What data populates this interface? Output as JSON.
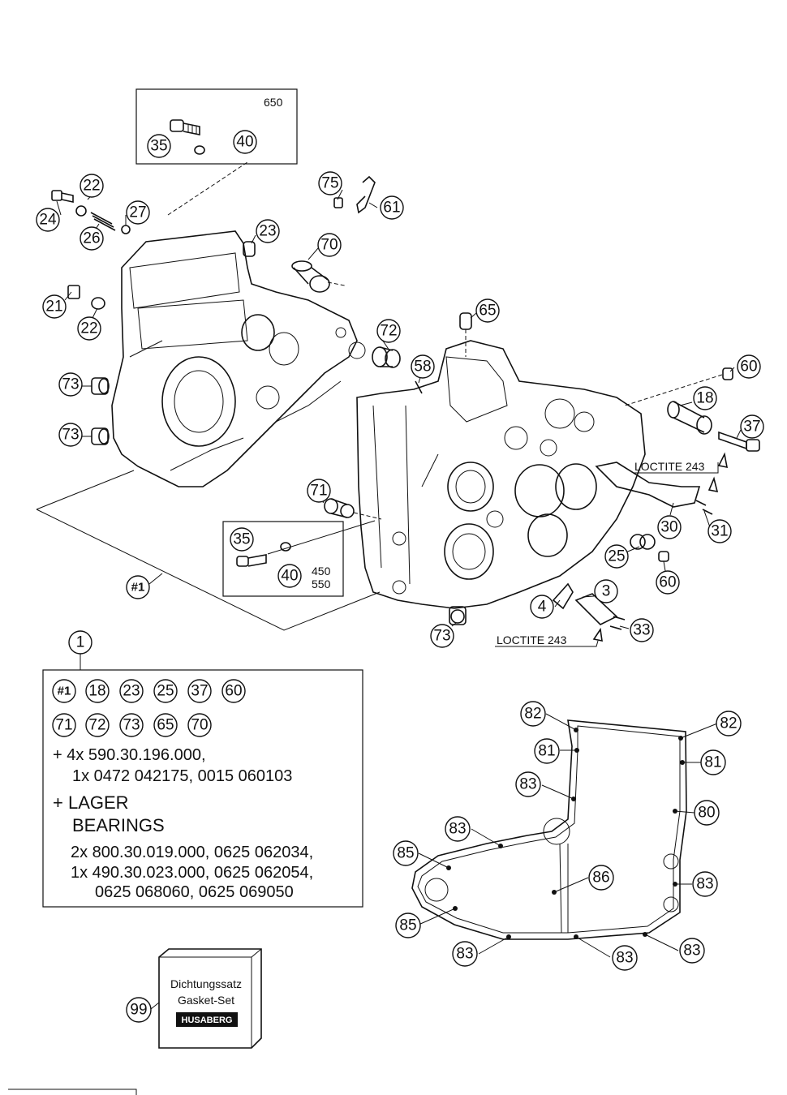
{
  "variant_box_top": {
    "label": "650",
    "parts": [
      "35",
      "40"
    ]
  },
  "variant_box_mid": {
    "label_line1": "450",
    "label_line2": "550",
    "parts": [
      "35",
      "40"
    ]
  },
  "loctite_note": "LOCTITE 243",
  "callouts": {
    "c22a": "22",
    "c24": "24",
    "c26": "26",
    "c27": "27",
    "c21": "21",
    "c22b": "22",
    "c23": "23",
    "c70": "70",
    "c75": "75",
    "c61": "61",
    "c65": "65",
    "c72": "72",
    "c58": "58",
    "c73a": "73",
    "c73b": "73",
    "c71": "71",
    "c60a": "60",
    "c18": "18",
    "c37": "37",
    "c30": "30",
    "c31": "31",
    "c25": "25",
    "c60b": "60",
    "c3": "3",
    "c4": "4",
    "c33": "33",
    "c73c": "73",
    "c1": "1",
    "c82a": "82",
    "c82b": "82",
    "c81a": "81",
    "c81b": "81",
    "c83a": "83",
    "c80": "80",
    "c83b": "83",
    "c85a": "85",
    "c86": "86",
    "c83c": "83",
    "c85b": "85",
    "c83d": "83",
    "c83e": "83",
    "c83f": "83",
    "c99": "99",
    "cset": "#1"
  },
  "kit_box": {
    "row1": [
      "#1",
      "18",
      "23",
      "25",
      "37",
      "60"
    ],
    "row2": [
      "71",
      "72",
      "73",
      "65",
      "70"
    ],
    "line1": "+ 4x 590.30.196.000,",
    "line2": "1x 0472 042175, 0015 060103",
    "line3": "+ LAGER",
    "line4": "BEARINGS",
    "line5": "2x 800.30.019.000, 0625 062034,",
    "line6": "1x 490.30.023.000, 0625 062054,",
    "line7": "0625 068060, 0625 069050"
  },
  "gasket_set": {
    "line1": "Dichtungssatz",
    "line2": "Gasket-Set",
    "brand": "HUSABERG"
  }
}
